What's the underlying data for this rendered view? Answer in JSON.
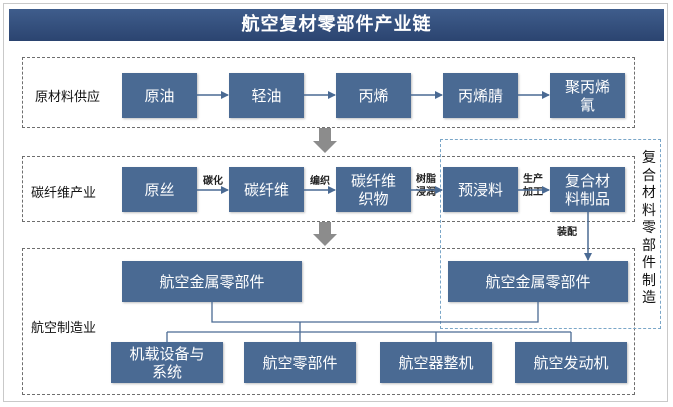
{
  "title": "航空复材零部件产业链",
  "sections": {
    "raw": "原材料供应",
    "carbon": "碳纤维产业",
    "aviation": "航空制造业",
    "composite": "复合材料零部件制造"
  },
  "raw_row": [
    "原油",
    "轻油",
    "丙烯",
    "丙烯腈",
    "聚丙烯氰"
  ],
  "carbon_row": [
    "原丝",
    "碳纤维",
    "碳纤维织物",
    "预浸料",
    "复合材料制品"
  ],
  "edges": {
    "carbonize": "碳化",
    "weave": "编织",
    "resin_impregnate": "树脂浸润",
    "produce": "生产加工",
    "assemble": "装配"
  },
  "aviation": {
    "metal_left": "航空金属零部件",
    "metal_right": "航空金属零部件",
    "outputs": [
      "机载设备与系统",
      "航空零部件",
      "航空器整机",
      "航空发动机"
    ]
  },
  "colors": {
    "box": "#4a6a93",
    "title_bar": "#2b4470",
    "arrow": "#8c8c8c",
    "composite_border": "#7aa6c8"
  }
}
